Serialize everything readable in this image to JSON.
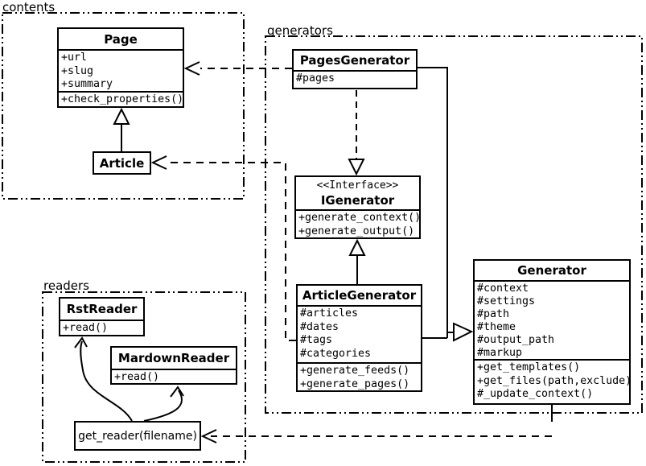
{
  "packages": {
    "contents": {
      "label": "contents"
    },
    "generators": {
      "label": "generators"
    },
    "readers": {
      "label": "readers"
    }
  },
  "classes": {
    "page": {
      "title": "Page",
      "attributes": [
        "+url",
        "+slug",
        "+summary"
      ],
      "methods": [
        "+check_properties()"
      ]
    },
    "article": {
      "title": "Article"
    },
    "pages_generator": {
      "title": "PagesGenerator",
      "attributes": [
        "#pages"
      ]
    },
    "igenerator": {
      "stereotype": "<<Interface>>",
      "title": "IGenerator",
      "methods": [
        "+generate_context()",
        "+generate_output()"
      ]
    },
    "article_generator": {
      "title": "ArticleGenerator",
      "attributes": [
        "#articles",
        "#dates",
        "#tags",
        "#categories"
      ],
      "methods": [
        "+generate_feeds()",
        "+generate_pages()"
      ]
    },
    "generator": {
      "title": "Generator",
      "attributes": [
        "#context",
        "#settings",
        "#path",
        "#theme",
        "#output_path",
        "#markup"
      ],
      "methods": [
        "+get_templates()",
        "+get_files(path,exclude)",
        "#_update_context()"
      ]
    },
    "rst_reader": {
      "title": "RstReader",
      "methods": [
        "+read()"
      ]
    },
    "mardown_reader": {
      "title": "MardownReader",
      "methods": [
        "+read()"
      ]
    },
    "get_reader": {
      "label": "get_reader(filename)"
    }
  },
  "relations": [
    {
      "from": "Article",
      "to": "Page",
      "type": "generalization"
    },
    {
      "from": "PagesGenerator",
      "to": "Page",
      "type": "dependency"
    },
    {
      "from": "ArticleGenerator",
      "to": "Article",
      "type": "dependency"
    },
    {
      "from": "PagesGenerator",
      "to": "IGenerator",
      "type": "realization"
    },
    {
      "from": "ArticleGenerator",
      "to": "IGenerator",
      "type": "generalization"
    },
    {
      "from": "PagesGenerator",
      "to": "Generator",
      "type": "generalization"
    },
    {
      "from": "ArticleGenerator",
      "to": "Generator",
      "type": "generalization"
    },
    {
      "from": "Generator",
      "to": "get_reader(filename)",
      "type": "dependency"
    },
    {
      "from": "get_reader(filename)",
      "to": "RstReader",
      "type": "arrow"
    },
    {
      "from": "get_reader(filename)",
      "to": "MardownReader",
      "type": "arrow"
    }
  ],
  "colors": {
    "line": "#000000",
    "fill": "#ffffff",
    "background": "#ffffff"
  }
}
